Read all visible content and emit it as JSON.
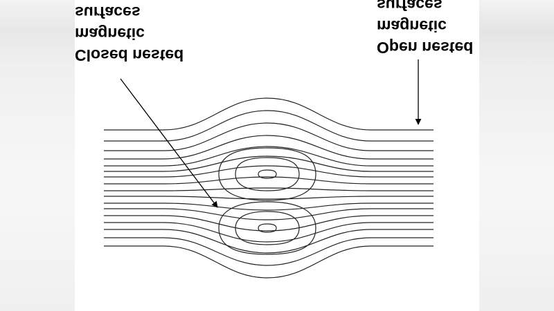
{
  "labels": {
    "closed": [
      "Closed nested",
      "magnetic",
      "surfaces"
    ],
    "open": [
      "Open nested",
      "magnetic",
      "surfaces"
    ]
  }
}
